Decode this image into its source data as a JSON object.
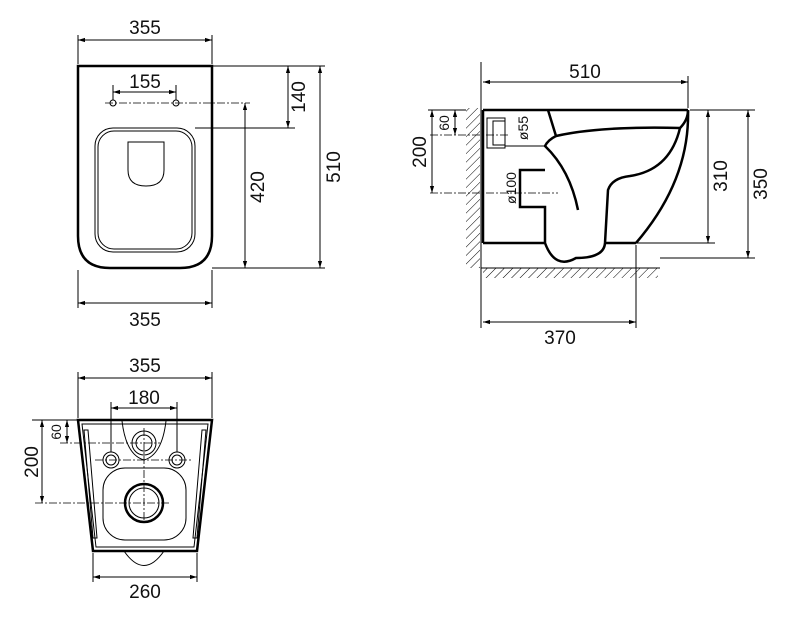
{
  "top_view": {
    "width_top": "355",
    "hole_spacing": "155",
    "hole_offset": "140",
    "hole_to_front": "420",
    "length": "510",
    "width_bottom": "355"
  },
  "side_view": {
    "length": "510",
    "inlet_height": "60",
    "outlet_height": "200",
    "inlet_diameter": "ø55",
    "outlet_diameter": "ø100",
    "bowl_height": "310",
    "total_height": "350",
    "floor_length": "370"
  },
  "rear_view": {
    "width_top": "355",
    "bolt_spacing": "180",
    "inlet_height": "60",
    "outlet_height": "200",
    "width_bottom": "260"
  }
}
